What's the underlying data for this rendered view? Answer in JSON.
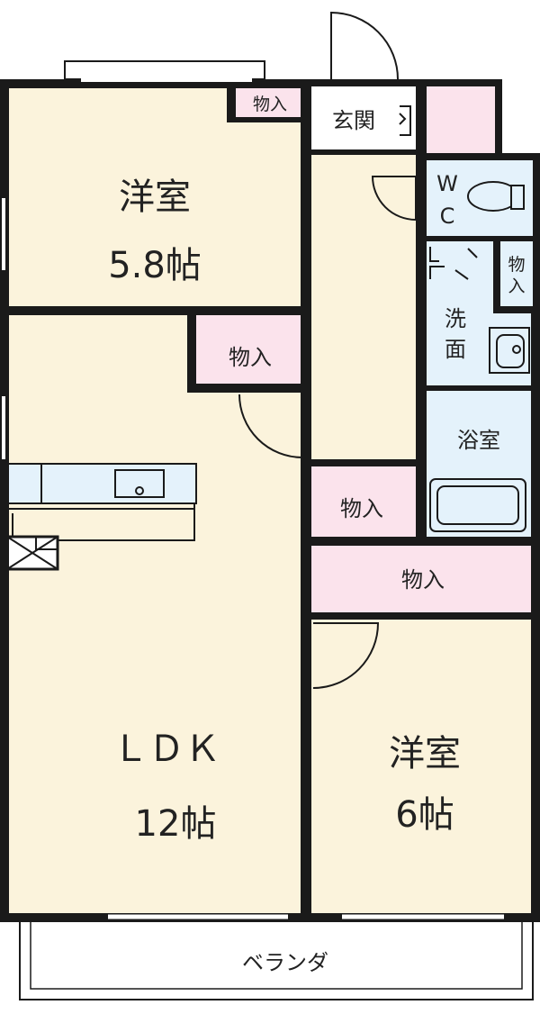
{
  "rooms": {
    "western_1": {
      "name": "洋室",
      "size": "5.8帖"
    },
    "ldk": {
      "name": "ＬＤＫ",
      "size": "12帖"
    },
    "western_2": {
      "name": "洋室",
      "size": "6帖"
    },
    "entrance": "玄関",
    "wc_w": "W",
    "wc_c": "C",
    "washroom_1": "洗",
    "washroom_2": "面",
    "bathroom": "浴室",
    "balcony": "ベランダ"
  },
  "closets": {
    "small_top": "物入",
    "ldk": "物入",
    "hall": "物入",
    "corridor": "物入",
    "wash_1": "物",
    "wash_2": "入"
  },
  "colors": {
    "room_fill": "#FBF3DC",
    "closet_fill": "#FBE3EC",
    "wet_fill": "#E4F2FB",
    "wall": "#1a1a1a"
  }
}
